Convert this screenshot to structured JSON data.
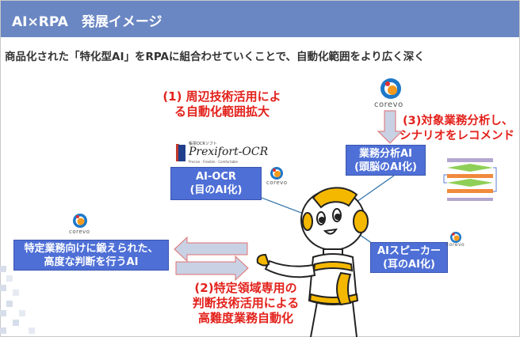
{
  "header": {
    "title": "AI×RPA　発展イメージ"
  },
  "subtitle": "商品化された「特化型AI」をRPAに組合わせていくことで、自動化範囲をより広く深く",
  "callouts": {
    "c1_line1": "(1) 周辺技術活用によ",
    "c1_line2": "る自動化範囲拡大",
    "c2_line1": "(2)特定領域専用の",
    "c2_line2": "判断技術活用による",
    "c2_line3": "高難度業務自動化",
    "c3_line1": "(3)対象業務分析し、",
    "c3_line2": "シナリオをレコメンド"
  },
  "boxes": {
    "ocr_line1": "AI-OCR",
    "ocr_line2": "(目のAI化)",
    "analysis_line1": "業務分析AI",
    "analysis_line2": "(頭脳のAI化)",
    "speaker_line1": "AIスピーカー",
    "speaker_line2": "(耳のAI化)",
    "judge_line1": "特定業務向けに鍛えられた、",
    "judge_line2": "高度な判断を行うAI"
  },
  "logos": {
    "corevo": "corevo",
    "prexifort_tag": "帳票OCRソフト",
    "prexifort": "Prexifort-OCR",
    "prexifort_sub": "Precise · Flexible · Comfortable"
  },
  "colors": {
    "header": "#6a87c3",
    "box": "#4e6fd6",
    "callout": "#e3211b",
    "robot_accent": "#f5b800"
  }
}
